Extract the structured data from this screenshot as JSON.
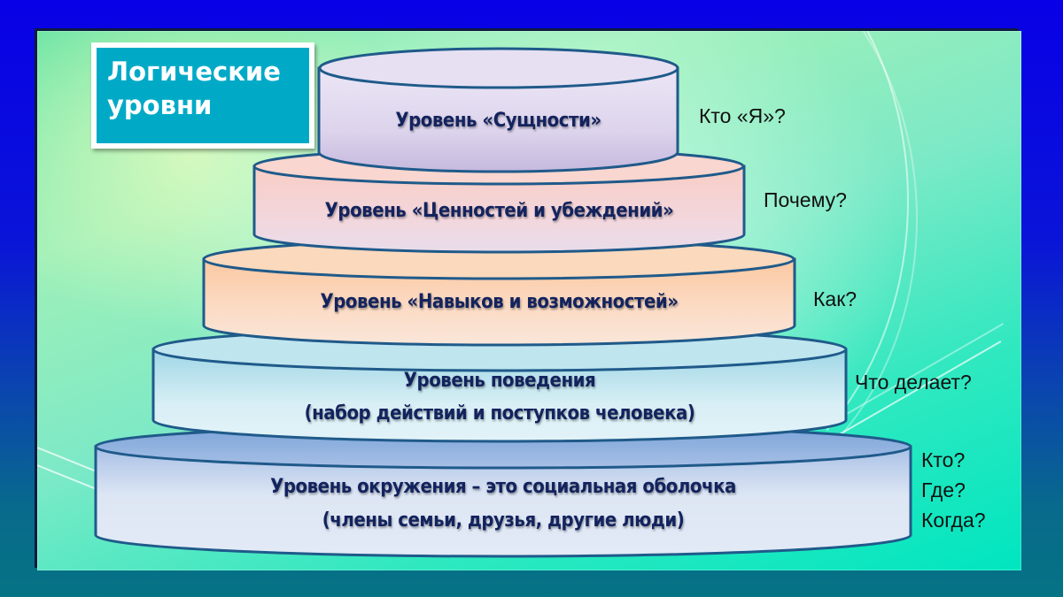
{
  "slide": {
    "title_lines": [
      "Логические",
      "уровни"
    ],
    "colors": {
      "outer_bg_top": "#0800e6",
      "outer_bg_bottom": "#057384",
      "title_box": "#00aac7",
      "label_text": "#13235e",
      "outline": "#1f5a8a"
    }
  },
  "levels": [
    {
      "id": "identity",
      "lines": [
        "Уровень «Сущности»"
      ],
      "question_lines": [
        "Кто «Я»?"
      ],
      "fill_top": "#e6e0f2",
      "fill_side_top": "#ece6f6",
      "fill_side_bottom": "#cbbfe0"
    },
    {
      "id": "values-beliefs",
      "lines": [
        "Уровень «Ценностей и убеждений»"
      ],
      "question_lines": [
        "Почему?"
      ],
      "fill_top": "#f9d6cf",
      "fill_side_top": "#f9cfc6",
      "fill_side_bottom": "#ecd9e3"
    },
    {
      "id": "skills-capabilities",
      "lines": [
        "Уровень «Навыков и возможностей»"
      ],
      "question_lines": [
        "Как?"
      ],
      "fill_top": "#fbd9bd",
      "fill_side_top": "#fbc8a1",
      "fill_side_bottom": "#fae3d2"
    },
    {
      "id": "behavior",
      "lines": [
        "Уровень поведения",
        "(набор действий и поступков человека)"
      ],
      "question_lines": [
        "Что делает?"
      ],
      "fill_top": "#bfe5ef",
      "fill_side_top": "#9fd6e6",
      "fill_side_bottom": "#d8eff5"
    },
    {
      "id": "environment",
      "lines": [
        "Уровень окружения – это социальная оболочка",
        "(члены семьи, друзья, другие люди)"
      ],
      "question_lines": [
        "Кто?",
        "Где?",
        "Когда?"
      ],
      "fill_top": "#8eb0de",
      "fill_side_top": "#a8c0e6",
      "fill_side_bottom": "#dde6f4"
    }
  ]
}
